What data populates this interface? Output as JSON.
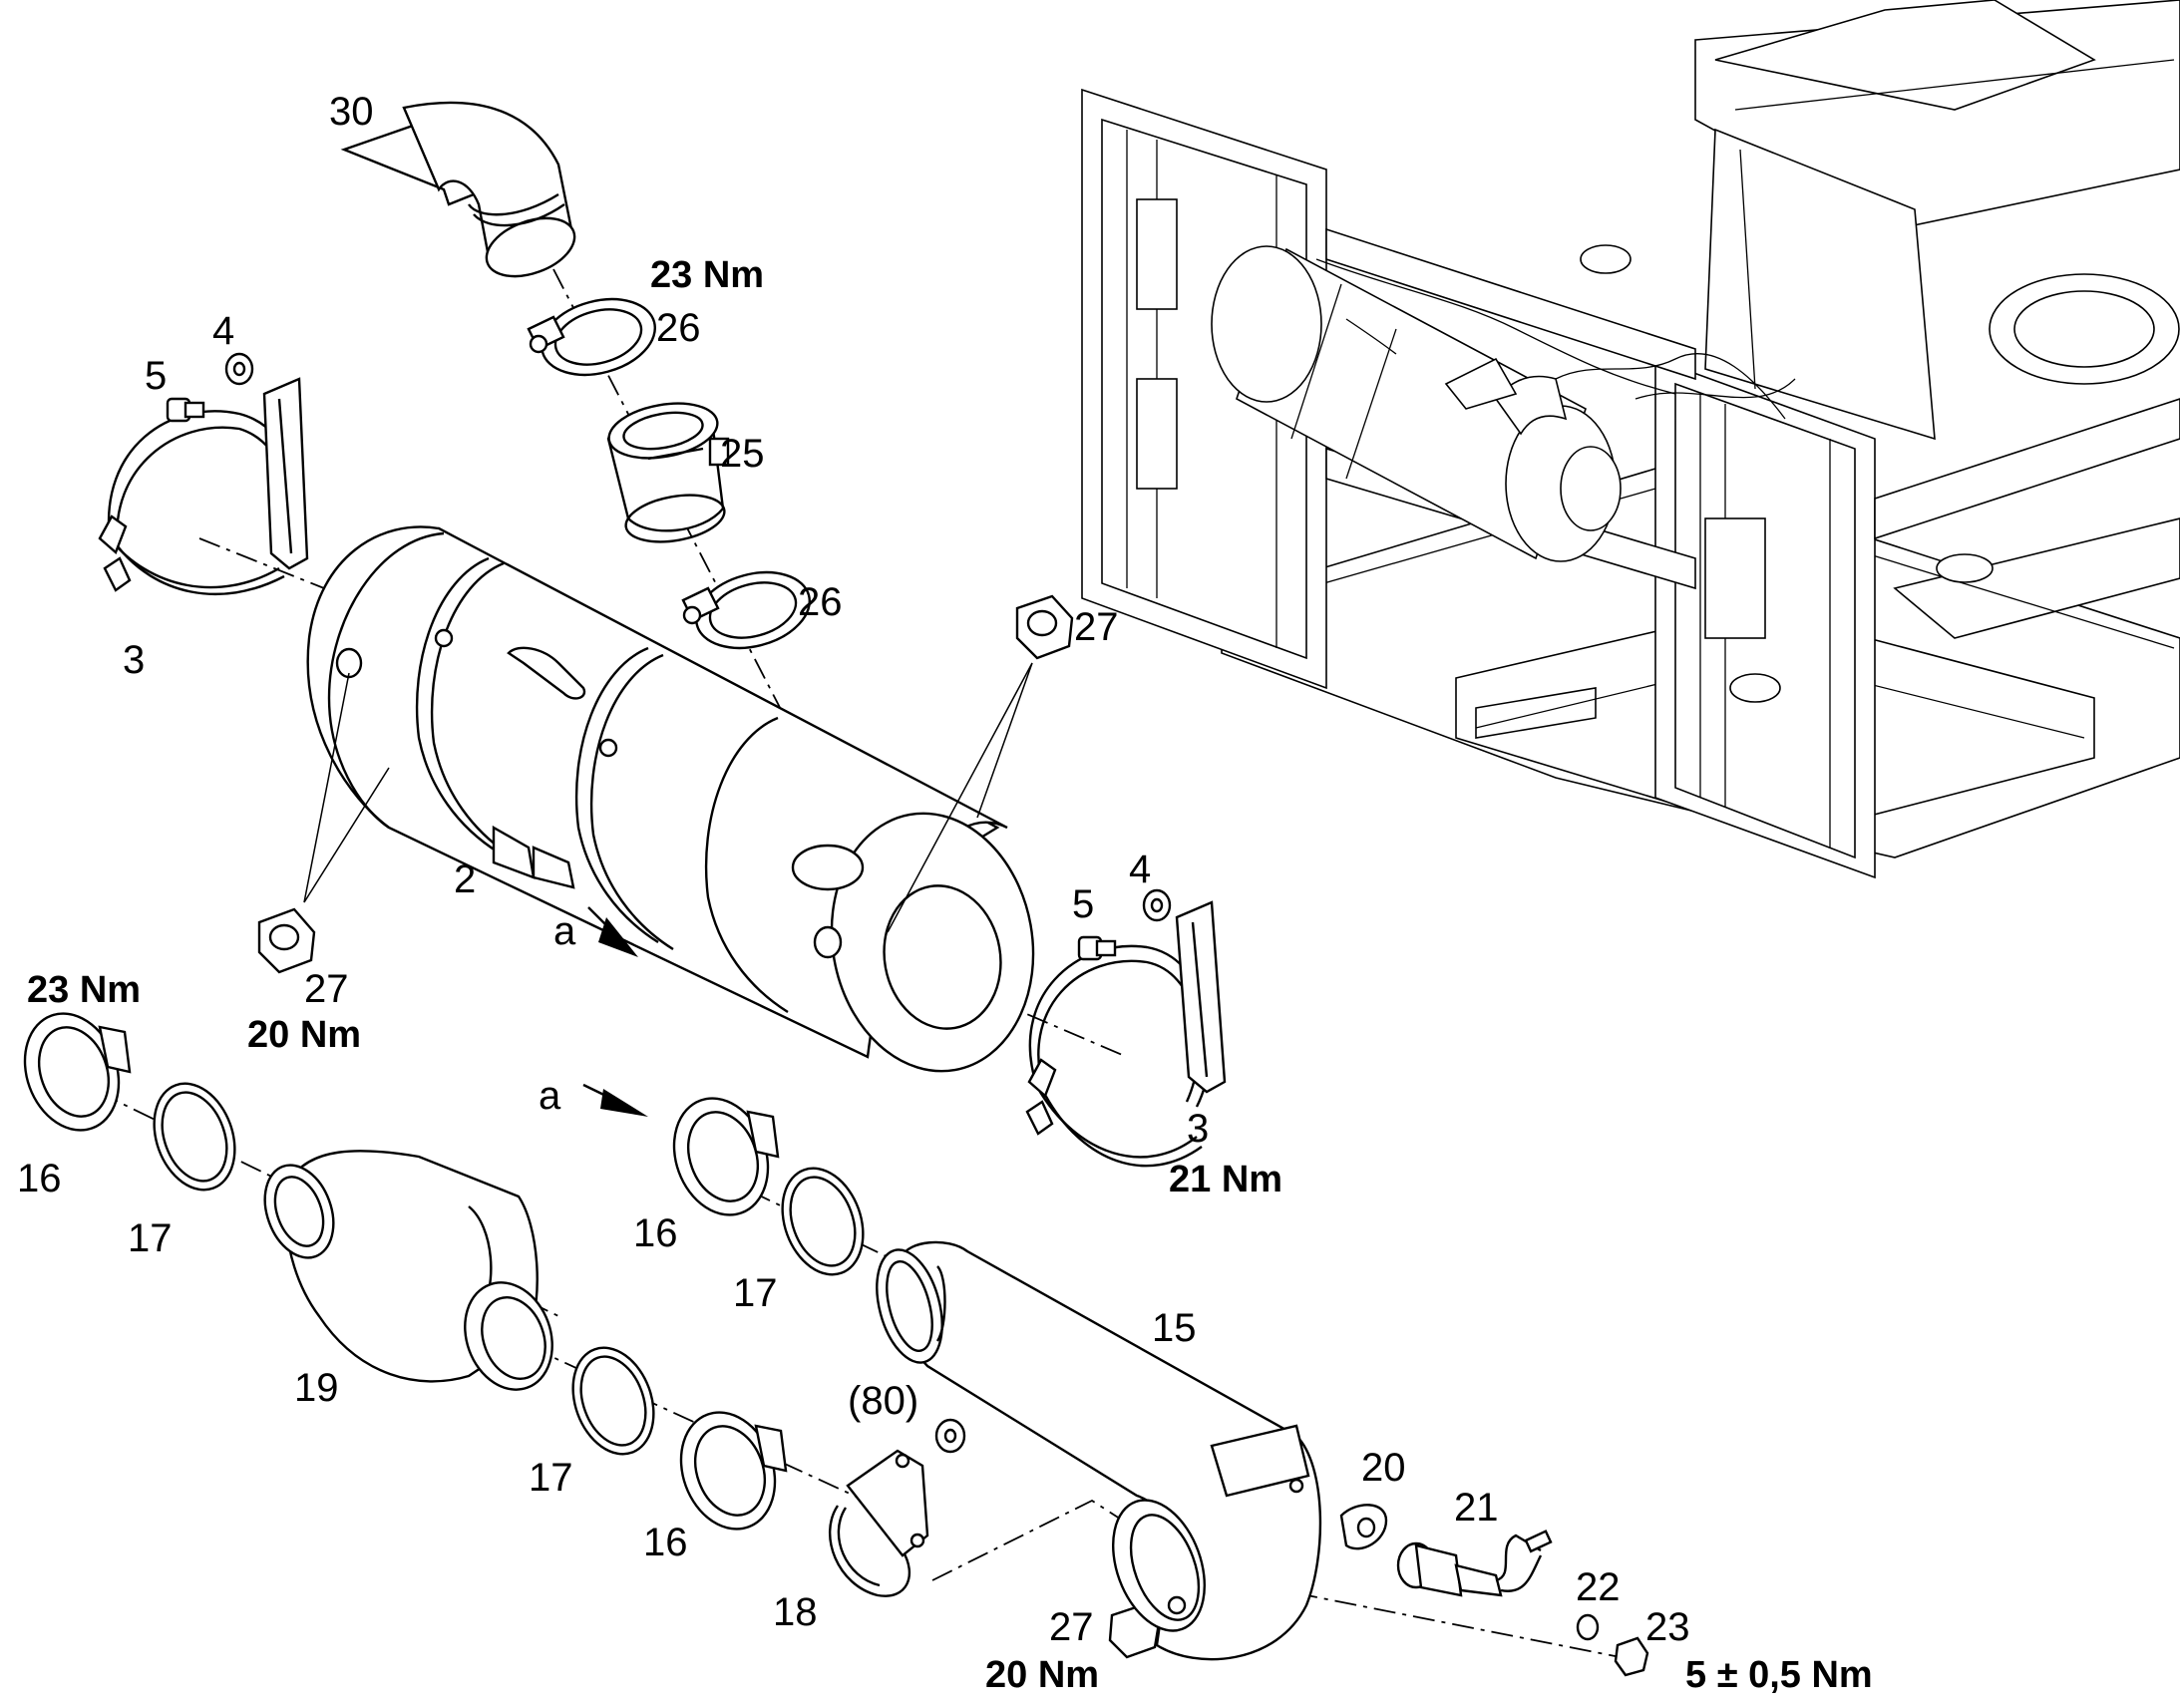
{
  "callouts": {
    "p30": "30",
    "p26a": "26",
    "p25": "25",
    "p26b": "26",
    "p27a": "27",
    "p4a": "4",
    "p5a": "5",
    "p3a": "3",
    "p2": "2",
    "p27b": "27",
    "p4b": "4",
    "p5b": "5",
    "p3b": "3",
    "p16a": "16",
    "p17a": "17",
    "p19": "19",
    "p17b": "17",
    "p16b": "16",
    "p18": "18",
    "p80": "(80)",
    "p16c": "16",
    "p17c": "17",
    "p15": "15",
    "p20": "20",
    "p21": "21",
    "p22": "22",
    "p23": "23",
    "p27c": "27",
    "view_a1": "a",
    "view_a2": "a"
  },
  "torques": {
    "t_clamp_top": "23 Nm",
    "t_clamp_left": "23 Nm",
    "t_nut_left": "20 Nm",
    "t_bracket_right": "21 Nm",
    "t_nut_bottom": "20 Nm",
    "t_sensor": "5 ± 0,5 Nm"
  }
}
